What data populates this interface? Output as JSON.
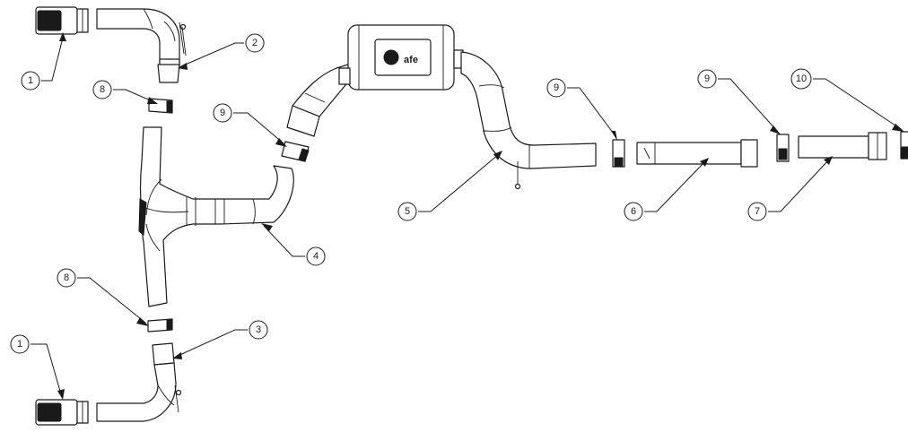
{
  "callouts": [
    {
      "id": "c1a",
      "label": "1"
    },
    {
      "id": "c1b",
      "label": "1"
    },
    {
      "id": "c2",
      "label": "2"
    },
    {
      "id": "c3",
      "label": "3"
    },
    {
      "id": "c4",
      "label": "4"
    },
    {
      "id": "c5",
      "label": "5"
    },
    {
      "id": "c6",
      "label": "6"
    },
    {
      "id": "c7",
      "label": "7"
    },
    {
      "id": "c8a",
      "label": "8"
    },
    {
      "id": "c8b",
      "label": "8"
    },
    {
      "id": "c9a",
      "label": "9"
    },
    {
      "id": "c9b",
      "label": "9"
    },
    {
      "id": "c9c",
      "label": "9"
    },
    {
      "id": "c10",
      "label": "10"
    }
  ],
  "muffler_logo": "afe"
}
